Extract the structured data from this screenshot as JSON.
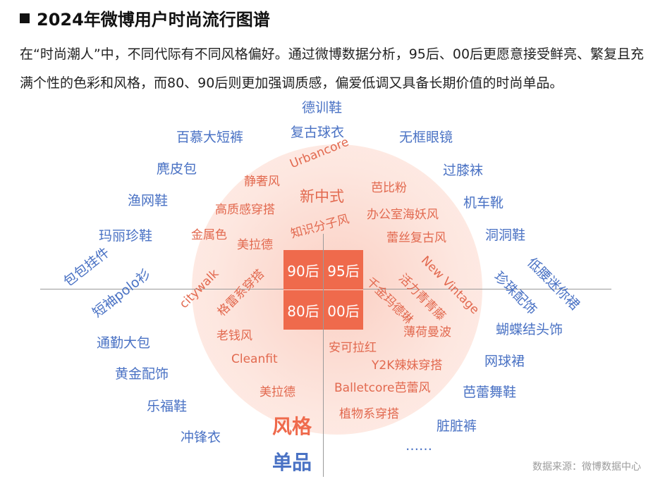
{
  "title": "2024年微博用户时尚流行图谱",
  "intro": "在“时尚潮人”中，不同代际有不同风格偏好。通过微博数据分析，95后、00后更愿意接受鲜亮、繁复且充满个性的色彩和风格，而80、90后则更加强调质感，偏爱低调又具备长期价值的时尚单品。",
  "generations": {
    "g90": "90后",
    "g95": "95后",
    "g80": "80后",
    "g00": "00后"
  },
  "legend": {
    "style": "风格",
    "item": "单品"
  },
  "source": "数据来源：微博数据中心",
  "items": {
    "top1": "德训鞋",
    "top2": "复古球衣",
    "l1": "百慕大短裤",
    "l2": "麂皮包",
    "l3": "渔网鞋",
    "l4": "玛丽珍鞋",
    "l5": "包包挂件",
    "l6": "短袖polo衫",
    "l7": "通勤大包",
    "l8": "黄金配饰",
    "l9": "乐福鞋",
    "l10": "冲锋衣",
    "r1": "无框眼镜",
    "r2": "过膝袜",
    "r3": "机车靴",
    "r4": "洞洞鞋",
    "r5": "低腰迷你裙",
    "r6": "珍珠配饰",
    "r7": "蝴蝶结头饰",
    "r8": "网球裙",
    "r9": "芭蕾舞鞋",
    "r10": "脏脏裤",
    "r11": "……"
  },
  "styles": {
    "s1": "Urbancore",
    "s2": "静奢风",
    "s3": "新中式",
    "s4": "芭比粉",
    "s5": "高质感穿搭",
    "s6": "办公室海妖风",
    "s7": "知识分子风",
    "s8": "金属色",
    "s9": "美拉德",
    "s10": "蕾丝复古风",
    "s11": "New Vintage",
    "s12": "活力青青藤",
    "s13": "千金玛德琳",
    "s14": "citywalk",
    "s15": "格雷系穿搭",
    "s16": "老钱风",
    "s17": "薄荷曼波",
    "s18": "安可拉红",
    "s19": "Cleanfit",
    "s20": "Y2K辣妹穿搭",
    "s21": "美拉德",
    "s22": "Balletcore芭蕾风",
    "s23": "植物系穿搭"
  }
}
